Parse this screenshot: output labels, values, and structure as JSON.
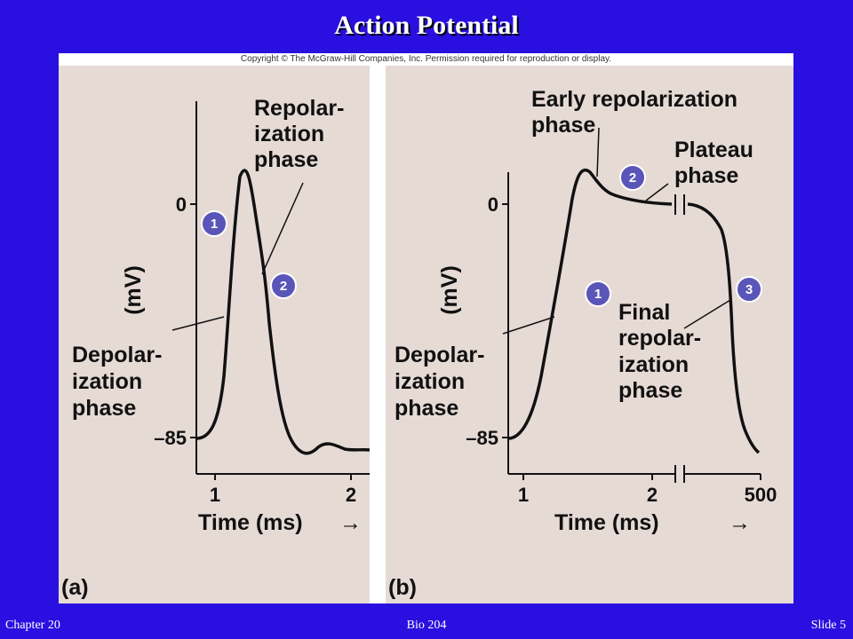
{
  "slide": {
    "title": "Action Potential",
    "copyright": "Copyright © The McGraw-Hill Companies, Inc. Permission required for reproduction or display.",
    "footer_left": "Chapter 20",
    "footer_center": "Bio 204",
    "footer_right": "Slide 5"
  },
  "panel_a": {
    "tag": "(a)",
    "y_axis_label": "(mV)",
    "y_tick_top": "0",
    "y_tick_bottom": "–85",
    "x_tick_1": "1",
    "x_tick_2": "2",
    "x_axis_label": "Time (ms)",
    "arrow": "→",
    "repol_line1": "Repolar-",
    "repol_line2": "ization",
    "repol_line3": "phase",
    "depol_line1": "Depolar-",
    "depol_line2": "ization",
    "depol_line3": "phase",
    "badge_1": "1",
    "badge_2": "2"
  },
  "panel_b": {
    "tag": "(b)",
    "y_axis_label": "(mV)",
    "y_tick_top": "0",
    "y_tick_bottom": "–85",
    "x_tick_1": "1",
    "x_tick_2": "2",
    "x_tick_3": "500",
    "x_axis_label": "Time (ms)",
    "arrow": "→",
    "early_line1": "Early repolarization",
    "early_line2": "phase",
    "plateau_line1": "Plateau",
    "plateau_line2": "phase",
    "final_line1": "Final",
    "final_line2": "repolar-",
    "final_line3": "ization",
    "final_line4": "phase",
    "depol_line1": "Depolar-",
    "depol_line2": "ization",
    "depol_line3": "phase",
    "badge_1": "1",
    "badge_2": "2",
    "badge_3": "3"
  },
  "colors": {
    "background": "#2a10e0",
    "panel": "#e6dad5",
    "badge": "#5a55b8"
  }
}
